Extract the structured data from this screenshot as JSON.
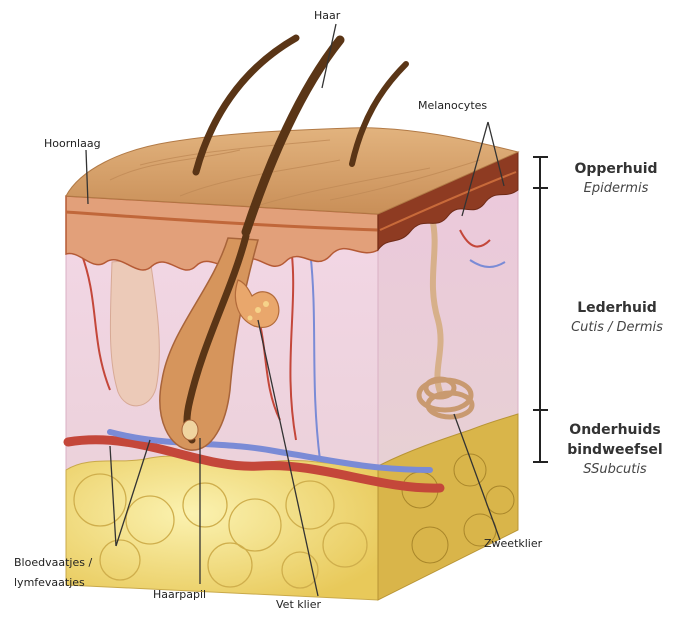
{
  "labels": {
    "haar": "Haar",
    "hoornlaag": "Hoornlaag",
    "melanocytes": "Melanocytes",
    "bloedvaatjes_line1": "Bloedvaatjes /",
    "bloedvaatjes_line2": "lymfevaatjes",
    "haarpapil": "Haarpapil",
    "vet_klier": "Vet klier",
    "zweetklier": "Zweetklier"
  },
  "layers": {
    "opperhuid": {
      "name": "Opperhuid",
      "latin": "Epidermis"
    },
    "lederhuid": {
      "name": "Lederhuid",
      "latin": "Cutis / Dermis"
    },
    "onderhuids": {
      "name_line1": "Onderhuids",
      "name_line2": "bindweefsel",
      "latin": "SSubcutis"
    }
  },
  "colors": {
    "surface": "#d7a36a",
    "epidermis_edge": "#c0673a",
    "dermis": "#f0cfe0",
    "fat": "#f2e07a",
    "hair": "#5a3516",
    "vessel_red": "#c4473a",
    "vessel_blue": "#7a8bd6"
  }
}
